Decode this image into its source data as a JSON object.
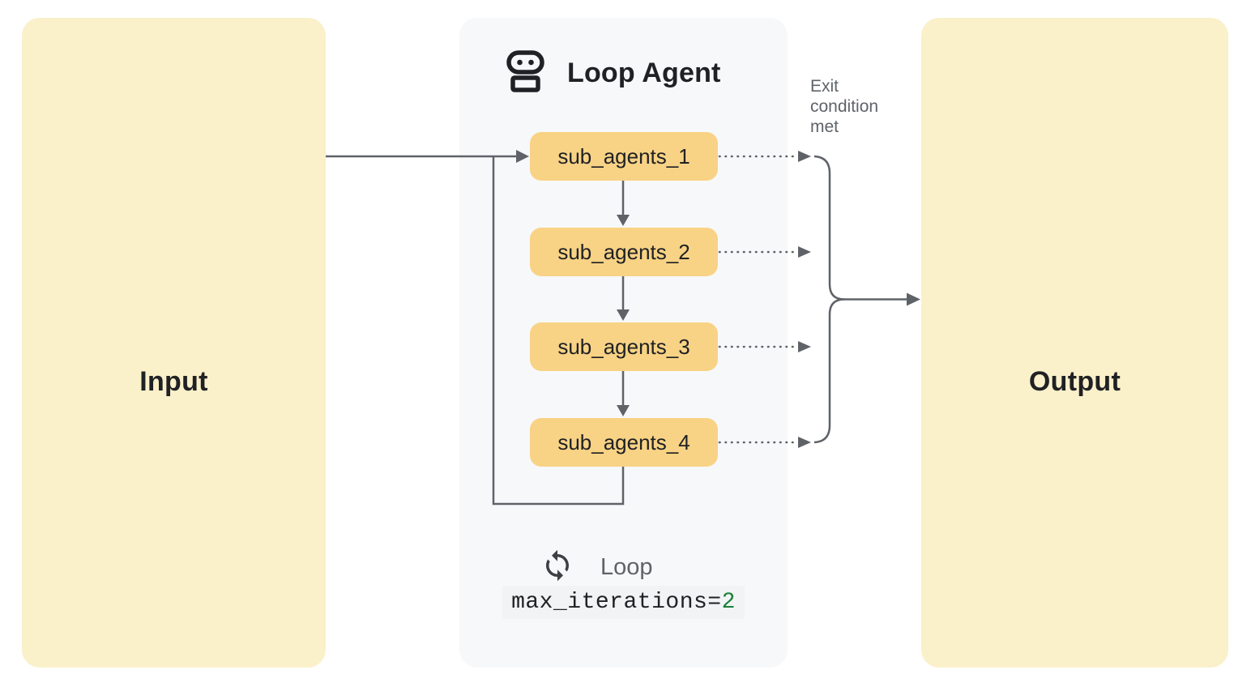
{
  "diagram": {
    "input_label": "Input",
    "output_label": "Output",
    "exit_condition_label": "Exit condition met",
    "loop_agent": {
      "title": "Loop Agent",
      "sub_agents": [
        "sub_agents_1",
        "sub_agents_2",
        "sub_agents_3",
        "sub_agents_4"
      ],
      "loop_label": "Loop",
      "max_iterations_code": {
        "prefix": "max_iterations=",
        "value": "2"
      }
    },
    "icons": {
      "header": "robot-icon",
      "loop": "loop-sync-icon"
    },
    "colors": {
      "io_node_fill": "#faf0ca",
      "sub_agent_fill": "#f8d385",
      "panel_fill": "#f7f8fa",
      "connector": "#5f6368",
      "text_dark": "#202124",
      "text_gray": "#5f6368",
      "code_value_green": "#188038",
      "code_bg": "#f1f3f4"
    }
  }
}
